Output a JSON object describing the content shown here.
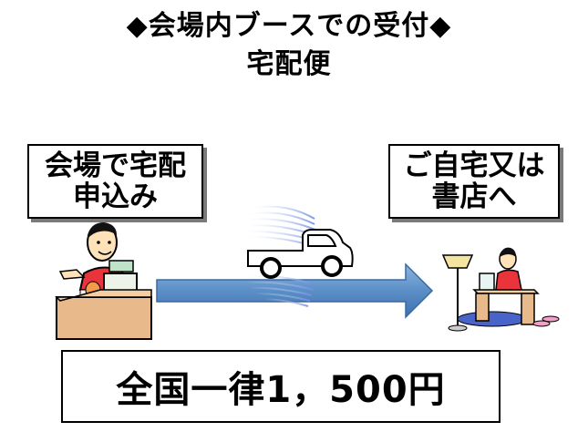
{
  "title": {
    "line1": "◆会場内ブースでの受付◆",
    "line2": "宅配便"
  },
  "flow": {
    "origin_line1": "会場で宅配",
    "origin_line2": "申込み",
    "destination_line1": "ご自宅又は",
    "destination_line2": "書店へ",
    "price": "全国一律1，500円"
  },
  "colors": {
    "arrow": "#5b8fc7",
    "truck_motion": "#6f8ee0",
    "desk": "#e8b98a",
    "shirt": "#e8343a",
    "shadow": "#7a7a7a"
  },
  "icons": [
    "clerk-illustration",
    "delivery-truck-icon",
    "flow-arrow",
    "home-reader-illustration"
  ]
}
